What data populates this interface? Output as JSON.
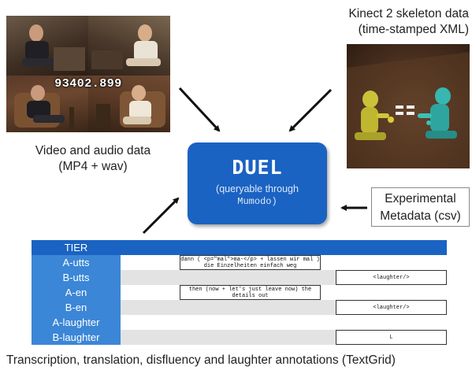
{
  "video": {
    "timecode": "93402.899",
    "caption_line1": "Video and audio data",
    "caption_line2": "(MP4 + wav)"
  },
  "kinect": {
    "caption_line1": "Kinect 2 skeleton data",
    "caption_line2": "(time-stamped XML)"
  },
  "duel": {
    "title": "DUEL",
    "subtitle": "(queryable through",
    "subtitle2": "Mumodo)",
    "color": "#1a63c2"
  },
  "metadata": {
    "line1": "Experimental",
    "line2": "Metadata (csv)"
  },
  "table": {
    "header": "TIER",
    "rows": [
      {
        "label": "A-utts",
        "annotation": "dann ( <p=\"mal\">ma-</p> + lassen wir mal ) die Einzelheiten einfach weg"
      },
      {
        "label": "B-utts",
        "annotation": "<laughter/>"
      },
      {
        "label": "A-en",
        "annotation": "then (now + let's just leave now) the details out"
      },
      {
        "label": "B-en",
        "annotation": "<laughter/>"
      },
      {
        "label": "A-laughter",
        "annotation": ""
      },
      {
        "label": "B-laughter",
        "annotation": "L"
      }
    ]
  },
  "bottom_caption": "Transcription, translation, disfluency and laughter annotations (TextGrid)"
}
